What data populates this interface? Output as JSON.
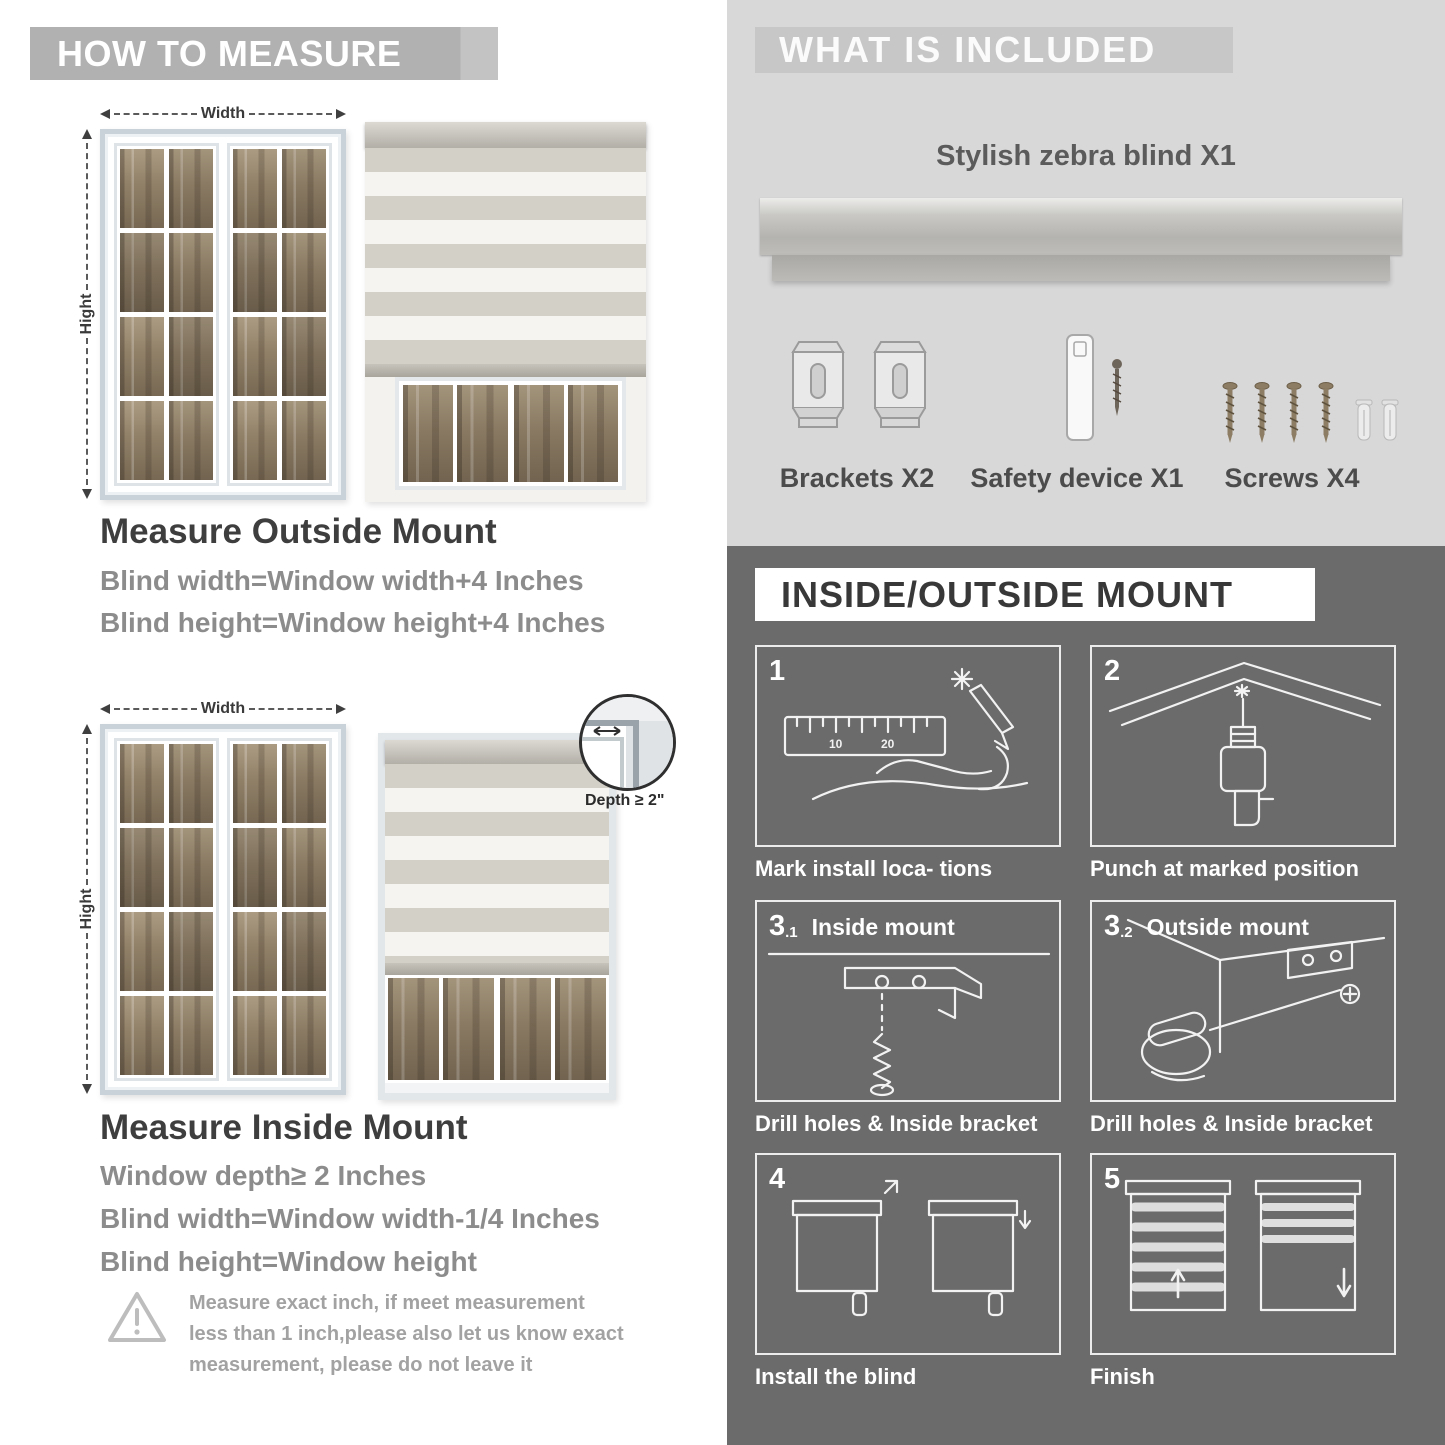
{
  "left": {
    "header": "HOW TO MEASURE",
    "outside": {
      "width_label": "Width",
      "height_label": "Hight",
      "title": "Measure Outside Mount",
      "formula1": "Blind width=Window width+4 Inches",
      "formula2": "Blind height=Window height+4 Inches"
    },
    "inside": {
      "width_label": "Width",
      "height_label": "Hight",
      "depth_label": "Depth ≥ 2\"",
      "title": "Measure Inside Mount",
      "formula1": "Window depth≥ 2 Inches",
      "formula2": "Blind width=Window width-1/4 Inches",
      "formula3": "Blind height=Window height"
    },
    "warning_text": "Measure exact inch, if meet measurement less than 1 inch,please also let us know exact measurement, please do not leave it"
  },
  "included": {
    "header": "WHAT IS INCLUDED",
    "blind_label": "Stylish zebra blind X1",
    "brackets_label": "Brackets X2",
    "safety_label": "Safety device X1",
    "screws_label": "Screws X4"
  },
  "mount": {
    "header": "INSIDE/OUTSIDE MOUNT",
    "steps": [
      {
        "num": "1",
        "sub": "",
        "title": "",
        "caption": "Mark install loca- tions"
      },
      {
        "num": "2",
        "sub": "",
        "title": "",
        "caption": "Punch at  marked position"
      },
      {
        "num": "3",
        "sub": ".1",
        "title": "Inside mount",
        "caption": "Drill holes &  Inside bracket"
      },
      {
        "num": "3",
        "sub": ".2",
        "title": "Outside mount",
        "caption": "Drill holes &  Inside bracket"
      },
      {
        "num": "4",
        "sub": "",
        "title": "",
        "caption": "Install the blind"
      },
      {
        "num": "5",
        "sub": "",
        "title": "",
        "caption": "Finish"
      }
    ]
  },
  "colors": {
    "light_panel": "#d8d8d8",
    "dark_panel": "#6b6b6b",
    "banner_gray": "#b1b1b1",
    "text_dark": "#3e3e3e",
    "text_gray": "#8c8c8c"
  }
}
